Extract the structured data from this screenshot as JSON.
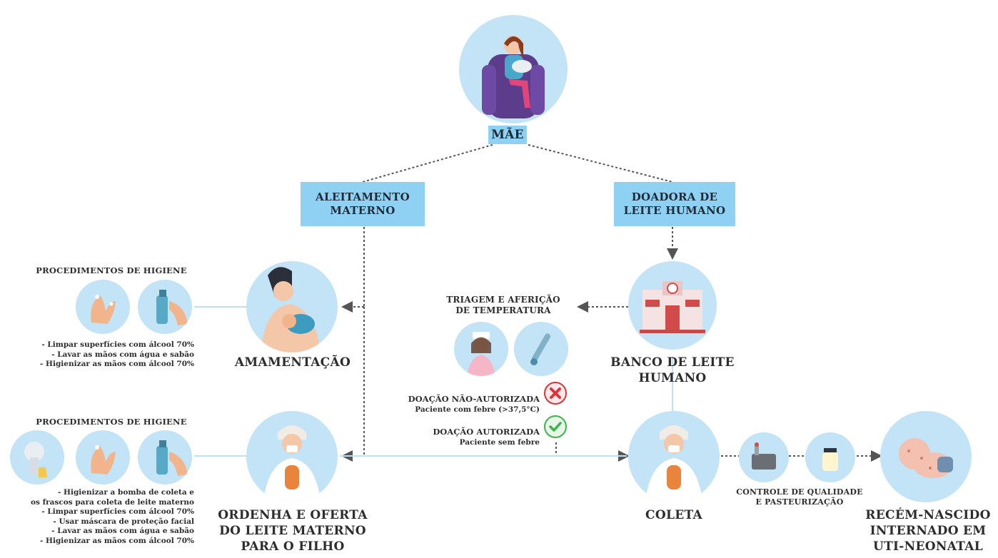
{
  "nodes": {
    "mae": "MÃE",
    "aleitamento": "ALEITAMENTO\nMATERNO",
    "doadora": "DOADORA DE\nLEITE HUMANO",
    "amamentacao": "AMAMENTAÇÃO",
    "ordenha": "ORDENHA E OFERTA\nDO LEITE MATERNO\nPARA O FILHO",
    "banco": "BANCO DE LEITE\nHUMANO",
    "coleta": "COLETA",
    "controle": "CONTROLE DE QUALIDADE\nE PASTEURIZAÇÃO",
    "recem": "RECÉM-NASCIDO\nINTERNADO EM\nUTI-NEONATAL"
  },
  "hygiene_top": {
    "title": "PROCEDIMENTOS DE HIGIENE",
    "items": "- Limpar superfícies com álcool 70%\n- Lavar as mãos com água e sabão\n- Higienizar as mãos com álcool 70%"
  },
  "hygiene_bottom": {
    "title": "PROCEDIMENTOS DE HIGIENE",
    "items": "- Higienizar a bomba de coleta e\nos frascos para coleta de leite materno\n- Limpar superfícies com álcool 70%\n- Usar máscara de proteção facial\n- Lavar as mãos com água e sabão\n- Higienizar as mãos com álcool 70%"
  },
  "triagem": {
    "title": "TRIAGEM E AFERIÇÃO\nDE TEMPERATURA",
    "not_authorized": "DOAÇÃO NÃO-AUTORIZADA",
    "not_authorized_note": "Paciente com febre (>37,5°C)",
    "authorized": "DOAÇÃO AUTORIZADA",
    "authorized_note": "Paciente sem febre"
  },
  "colors": {
    "circle": "#c3e3f6",
    "box": "#8fd1f3",
    "connector": "#555555",
    "reject": "#d9353b",
    "approve": "#3bb54a"
  }
}
